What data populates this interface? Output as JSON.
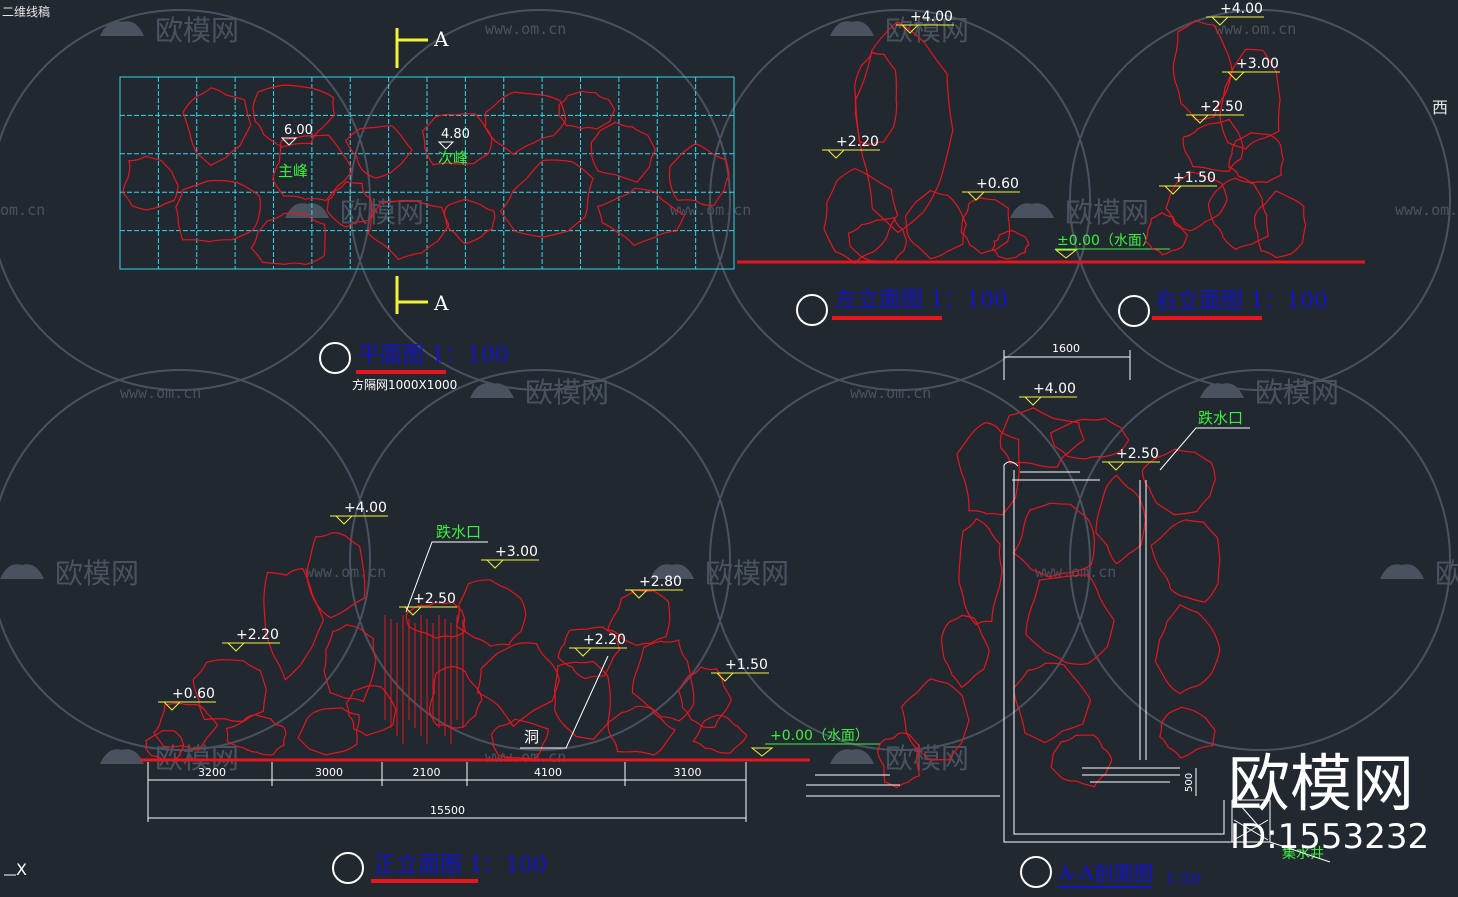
{
  "window": {
    "title": "二维线稿"
  },
  "colors": {
    "background": "#212830",
    "rock": "#e8141e",
    "grid": "#33d6e6",
    "level_marker": "#f2f23a",
    "title_text": "#1414c8",
    "title_underline": "#e8141e",
    "dimension": "#ffffff",
    "label_green": "#3ef03e",
    "watermark": "#4a5260"
  },
  "plan": {
    "section_mark": "A",
    "section_mark_bottom": "A",
    "peak_main_elev": "6.00",
    "peak_main_label": "主峰",
    "peak_second_elev": "4.80",
    "peak_second_label": "次峰",
    "title": "平面图  1：100",
    "grid_note": "方隔网1000X1000"
  },
  "left_elevation": {
    "title": "左立面图  1：100",
    "levels": [
      "+4.00",
      "+2.20",
      "+0.60"
    ],
    "water_level": "±0.00（水面）"
  },
  "right_elevation": {
    "title": "右立面图  1：100",
    "levels": [
      "+4.00",
      "+3.00",
      "+2.50",
      "+1.50"
    ]
  },
  "front_elevation": {
    "title": "正立面图  1：100",
    "levels": [
      "+4.00",
      "+3.00",
      "+2.50",
      "+2.80",
      "+2.20",
      "+2.20",
      "+0.60",
      "+1.50"
    ],
    "water_level": "+0.00（水面）",
    "waterfall_label": "跌水口",
    "cave_label": "洞",
    "dims": [
      "3200",
      "3000",
      "2100",
      "4100",
      "3100"
    ],
    "total": "15500"
  },
  "section": {
    "title": "A-A剖面图",
    "scale": "1:50",
    "width_dim": "1600",
    "levels": [
      "+4.00",
      "+2.50"
    ],
    "waterfall_label": "跌水口",
    "depth_dim": "500",
    "sump_label": "集水井"
  },
  "side_letter": "西",
  "watermark": {
    "brand": "欧模网",
    "url": "www.om.cn",
    "url_partial": "om.cn",
    "id": "ID:1553232"
  },
  "ucs_icon": "X"
}
